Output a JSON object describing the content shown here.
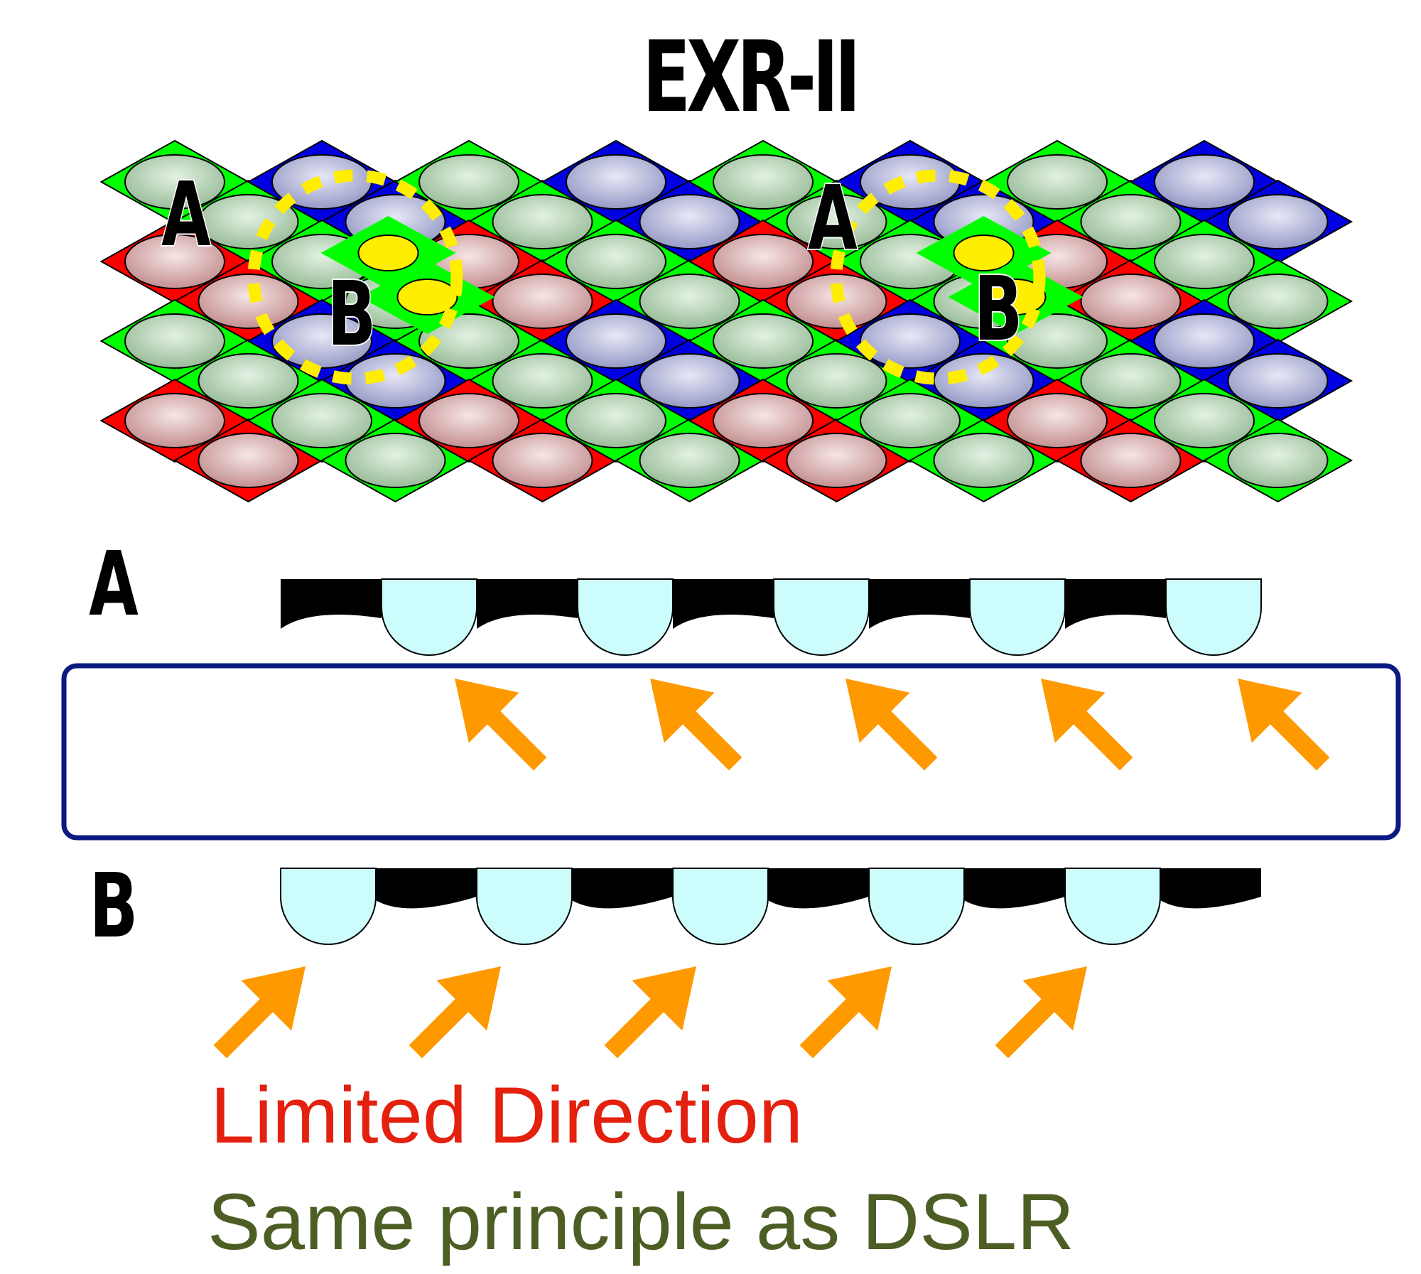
{
  "title": "EXR-II",
  "labels": {
    "a": "A",
    "b": "B"
  },
  "captions": {
    "limited_direction": "Limited Direction",
    "same_principle": "Same principle as DSLR"
  },
  "colors": {
    "red_pixel": "#c99a9a",
    "green_pixel": "#a8c8a8",
    "blue_pixel": "#a8acd0",
    "red_filter": "#ff0000",
    "green_filter": "#00ff00",
    "blue_filter": "#0000e0",
    "highlight_yellow": "#ffee00",
    "microlens": "#ccfcfc",
    "arrow_orange": "#ff9900",
    "frame_navy": "#0a1a80"
  }
}
